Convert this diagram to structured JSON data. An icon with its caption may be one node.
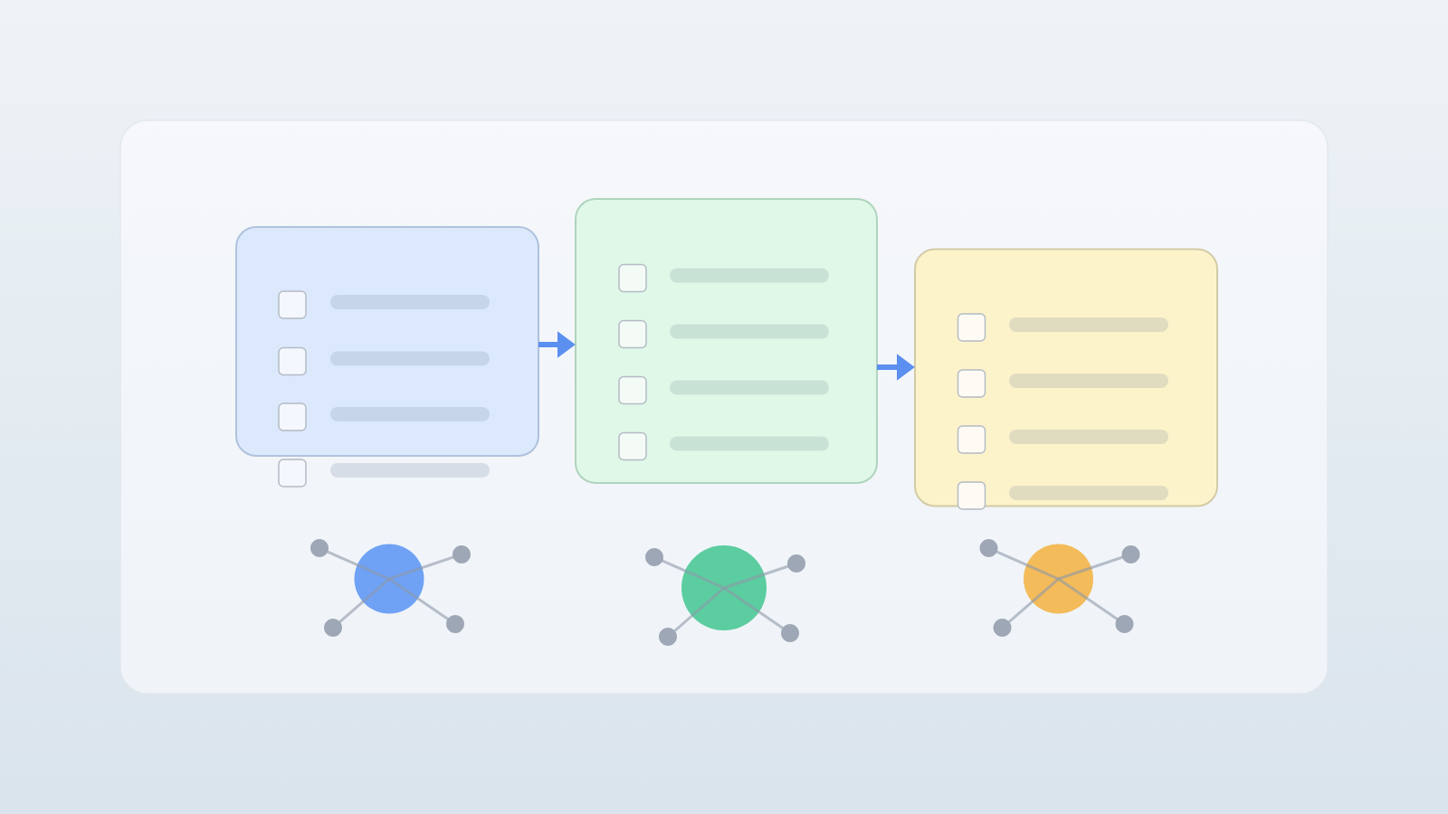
{
  "diagram": {
    "nodes": [
      {
        "text": [],
        "shape": "box"
      },
      {
        "text": [],
        "shape": "box"
      },
      {
        "text": [],
        "shape": "box"
      }
    ],
    "edges": [
      {
        "from": 0,
        "to": 1,
        "arrow": "to"
      },
      {
        "from": 1,
        "to": 2,
        "arrow": "to"
      }
    ]
  }
}
